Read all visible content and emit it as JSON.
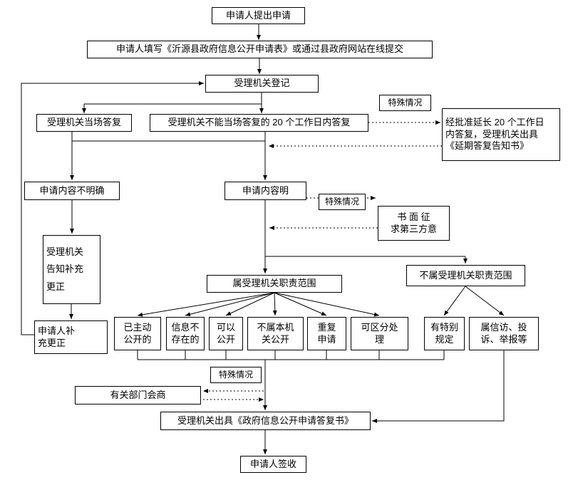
{
  "diagram": {
    "background": "#ffffff",
    "line_color": "#000000",
    "box_border_color": "#000000",
    "nodes": {
      "submit": "申请人提出申请",
      "fill_form": "申请人填写《沂源县政府信息公开申请表》或通过县政府网站在线提交",
      "register": "受理机关登记",
      "onsite_reply": "受理机关当场答复",
      "delayed_reply": "受理机关不能当场答复的 20 个工作日内答复",
      "special_case_a": "特殊情况",
      "extension_lines": [
        "经批准延长 20 个工作日",
        "内答复，受理机关出具",
        "《延期答复告知书》"
      ],
      "content_unclear": "申请内容不明确",
      "content_clear": "申请内容明",
      "special_case_b": "特殊情况",
      "third_party_lines": [
        "书 面 征",
        "求第三方意"
      ],
      "notify_lines": [
        "受理机关",
        "告知补充",
        "更正"
      ],
      "supplement_lines": [
        "申请人补",
        "充更正"
      ],
      "in_scope": "属受理机关职责范围",
      "out_scope": "不属受理机关职责范围",
      "already_public_lines": [
        "已主动",
        "公开的"
      ],
      "not_exist_lines": [
        "信息不",
        "存在的"
      ],
      "can_public_lines": [
        "可以",
        "公开"
      ],
      "not_this_org_lines": [
        "不属本机",
        "关公开"
      ],
      "repeat_lines": [
        "重复",
        "申请"
      ],
      "separable_lines": [
        "可区分处",
        "理"
      ],
      "special_rule_lines": [
        "有特别",
        "规定"
      ],
      "petition_lines": [
        "属信访、投",
        "诉、举报等"
      ],
      "special_case_c": "特殊情况",
      "consult": "有关部门会商",
      "reply_doc": "受理机关出具《政府信息公开申请答复书》",
      "sign": "申请人签收"
    }
  }
}
